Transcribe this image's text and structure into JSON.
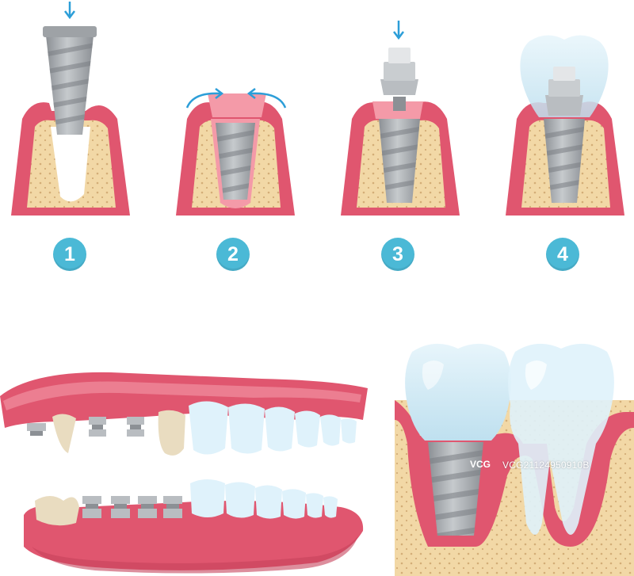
{
  "steps": [
    {
      "number": "1"
    },
    {
      "number": "2"
    },
    {
      "number": "3"
    },
    {
      "number": "4"
    }
  ],
  "watermark": {
    "logo": "VCG",
    "code": "VCG21124950910B"
  },
  "colors": {
    "gum": "#e0566f",
    "gum_light": "#f49aa8",
    "bone": "#f2d8a6",
    "bone_dots": "#d3ad77",
    "metal_dark": "#8c9095",
    "metal_light": "#c6cacd",
    "crown": "#cfe8f4",
    "tooth_white": "#dff2fb",
    "badge": "#4bb9d6",
    "arrow": "#2c9ed8",
    "natural_tooth": "#e9dcc0"
  },
  "icons": [
    "down-arrow-icon",
    "curved-arrow-icon"
  ]
}
